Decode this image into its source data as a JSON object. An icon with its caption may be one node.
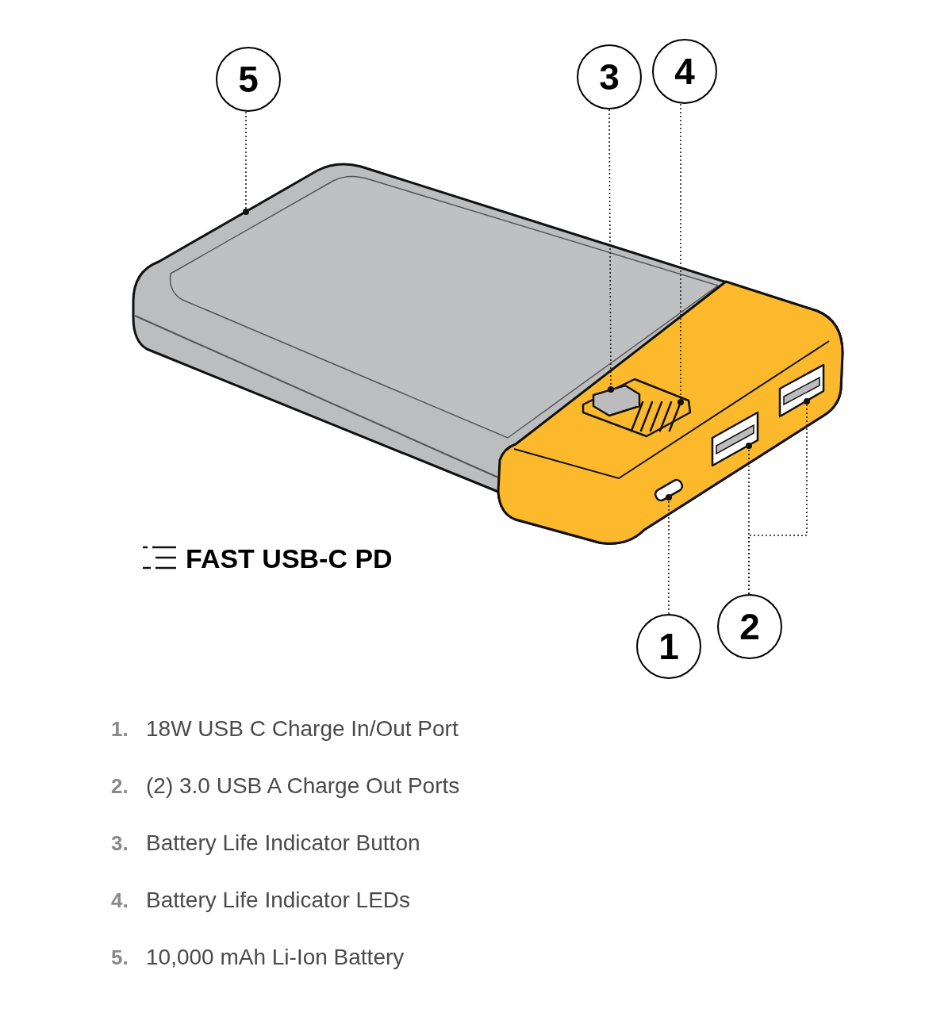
{
  "diagram": {
    "nodes": [
      {
        "text": [
          "5"
        ]
      },
      {
        "text": [
          "3"
        ]
      },
      {
        "text": [
          "4"
        ]
      },
      {
        "text": [],
        "shape": "picture"
      },
      {
        "text": [],
        "shape": "picture",
        "in": 3
      },
      {
        "text": [],
        "shape": "picture",
        "in": 3
      },
      {
        "text": [],
        "shape": "picture",
        "in": 3
      },
      {
        "text": [],
        "shape": "picture",
        "in": 3
      },
      {
        "text": [],
        "shape": "picture",
        "in": 3
      },
      {
        "text": [
          "1"
        ]
      },
      {
        "text": [
          "2"
        ]
      }
    ],
    "edges": [
      {
        "from": 0,
        "to": 3,
        "arrow": "other"
      },
      {
        "from": 1,
        "to": 4,
        "arrow": "other"
      },
      {
        "from": 2,
        "to": 5,
        "arrow": "other"
      },
      {
        "from": 9,
        "to": 8,
        "arrow": "other"
      },
      {
        "from": 10,
        "to": 7,
        "arrow": "other"
      },
      {
        "from": 10,
        "to": 6,
        "arrow": "other"
      }
    ],
    "labels": [
      "FAST USB-C PD",
      "1.",
      "18W USB C Charge In/Out Port",
      "2.",
      "(2) 3.0 USB A Charge Out Ports",
      "3.",
      "Battery Life Indicator Button",
      "4.",
      "Battery Life Indicator LEDs",
      "5.",
      "10,000 mAh Li-Ion Battery"
    ]
  }
}
